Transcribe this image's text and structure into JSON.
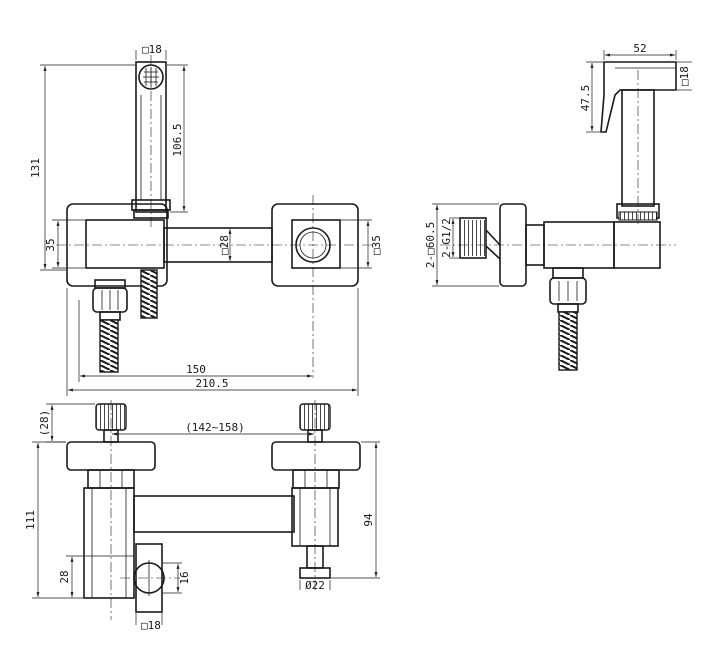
{
  "dimensions": {
    "top_view": {
      "square_head": "□18",
      "overall_height": "131",
      "sprayer_length": "106.5",
      "body_height": "35",
      "bar_size": "□28",
      "mount_size": "□35",
      "center_distance": "150",
      "overall_width": "210.5"
    },
    "side_view": {
      "head_width": "52",
      "head_square": "□18",
      "head_height": "47.5",
      "flange": "2-□60.5",
      "thread": "2-G1/2"
    },
    "front_view": {
      "nut_height": "(28)",
      "center_range": "(142~158)",
      "overall_height": "111",
      "outlet_height": "94",
      "small_height": "28",
      "outlet_offset": "16",
      "outlet_diameter": "Ø22",
      "bottom_square": "□18"
    }
  }
}
